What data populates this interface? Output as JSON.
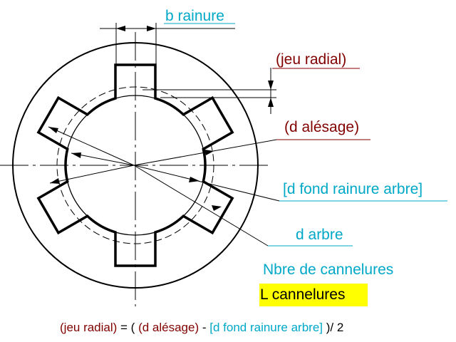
{
  "labels": {
    "b_rainure": "b rainure",
    "jeu_radial": "(jeu radial)",
    "d_alesage": "(d alésage)",
    "d_fond_rainure_arbre": "[d fond rainure arbre]",
    "d_arbre": "d arbre",
    "nbre_cannelures": "Nbre de cannelures",
    "l_cannelures": "L cannelures"
  },
  "formula": {
    "lhs": "(jeu radial)",
    "eq_open": " = ( ",
    "t1": "(d alésage)",
    "minus": " - ",
    "t2": "[d fond rainure arbre]",
    "close": " )/ 2"
  },
  "colors": {
    "dark_red": "#800000",
    "cyan": "#00a8c8",
    "highlight": "#ffff00",
    "line": "#000000"
  }
}
